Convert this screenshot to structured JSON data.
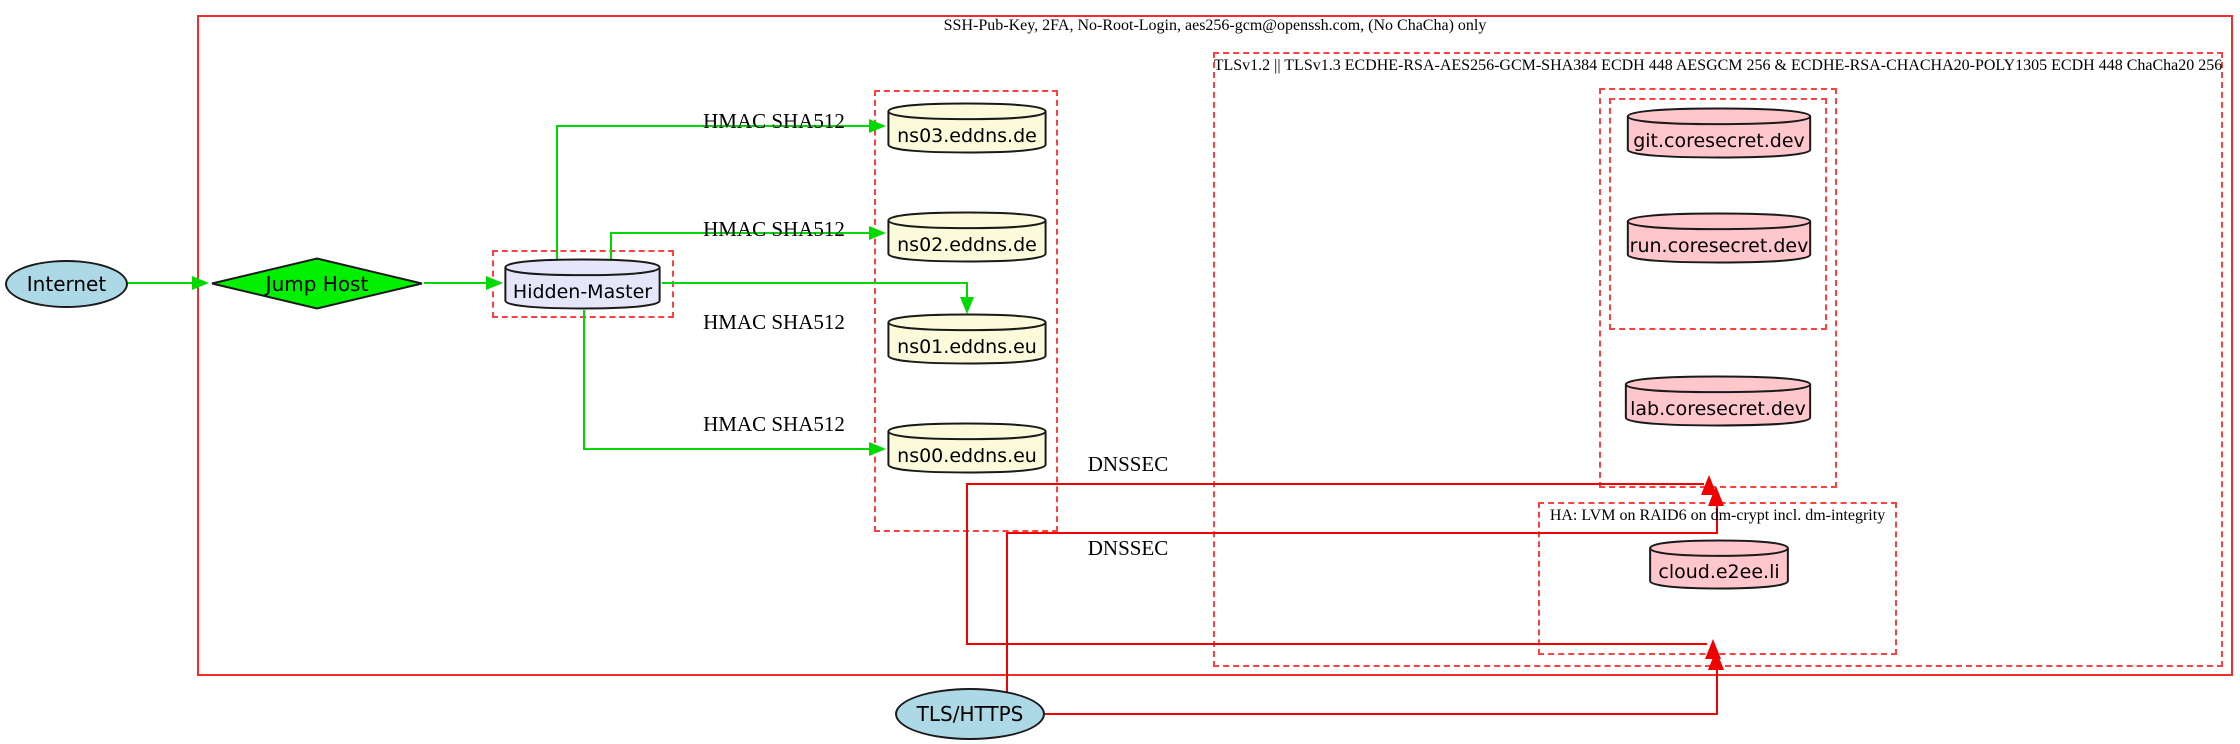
{
  "diagram": {
    "clusters": {
      "ssh_label": "SSH-Pub-Key, 2FA, No-Root-Login, aes256-gcm@openssh.com, (No ChaCha) only",
      "tls_label": "TLSv1.2 || TLSv1.3 ECDHE-RSA-AES256-GCM-SHA384 ECDH 448 AESGCM 256 & ECDHE-RSA-CHACHA20-POLY1305 ECDH 448 ChaCha20 256",
      "ha_label": "HA: LVM on RAID6 on dm-crypt incl. dm-integrity"
    },
    "nodes": {
      "internet": "Internet",
      "jump_host": "Jump Host",
      "hidden_master": "Hidden-Master",
      "ns03": "ns03.eddns.de",
      "ns02": "ns02.eddns.de",
      "ns01": "ns01.eddns.eu",
      "ns00": "ns00.eddns.eu",
      "git": "git.coresecret.dev",
      "run": "run.coresecret.dev",
      "lab": "lab.coresecret.dev",
      "cloud": "cloud.e2ee.li",
      "tls_https": "TLS/HTTPS"
    },
    "edge_labels": {
      "hmac": "HMAC SHA512",
      "dnssec": "DNSSEC"
    },
    "colors": {
      "edge_green": "#00d900",
      "edge_red": "#f20000",
      "cluster_dashed_red": "#ff4040",
      "cluster_solid_red": "#f32b2b",
      "node_blue": "#ADD8E6",
      "node_green": "#00f000",
      "node_lavender": "#E6E6FA",
      "node_yellow": "#FBFBDB",
      "node_pink": "#FFC6CC"
    }
  }
}
